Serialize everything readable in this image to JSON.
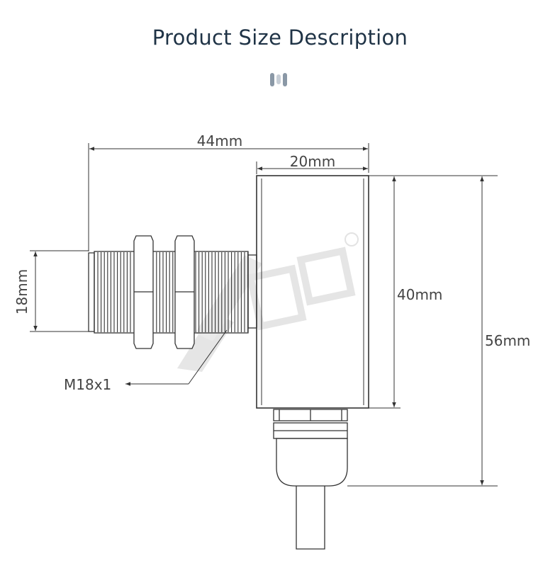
{
  "title": "Product Size Description",
  "dimensions": {
    "overall_length": "44mm",
    "housing_width": "20mm",
    "barrel_diameter": "18mm",
    "housing_height": "40mm",
    "overall_height": "56mm",
    "thread": "M18x1"
  },
  "colors": {
    "title": "#1f3346",
    "line": "#333333",
    "watermark": "#dcdcdc"
  }
}
